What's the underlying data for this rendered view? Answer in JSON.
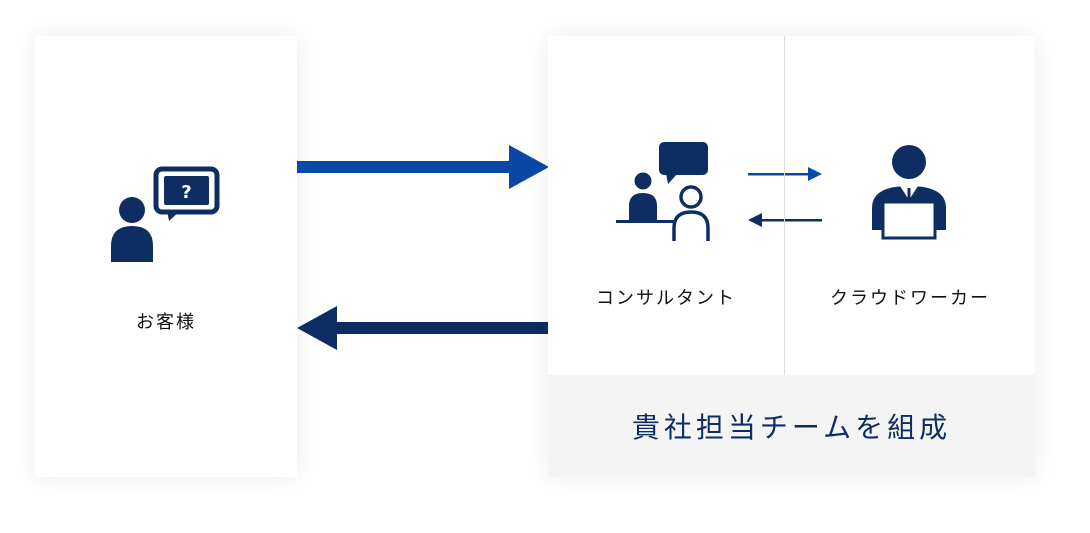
{
  "colors": {
    "navy": "#0e2e63",
    "blue": "#0a48a8",
    "card_bg": "#ffffff",
    "footer_bg": "#f4f4f4",
    "divider": "#dcdcdc"
  },
  "icons": {
    "customer": "person-question-bubble-icon",
    "consultant": "consultant-speech-bubble-icon",
    "worker": "worker-laptop-icon",
    "arrow_to_team": "arrow-right-icon",
    "arrow_to_customer": "arrow-left-icon",
    "arrow_to_worker": "small-arrow-right-icon",
    "arrow_to_consultant": "small-arrow-left-icon"
  },
  "customer": {
    "label": "お客様",
    "bubble_symbol": "?"
  },
  "team": {
    "consultant_label": "コンサルタント",
    "worker_label": "クラウドワーカー",
    "footer_text": "貴社担当チームを組成"
  }
}
